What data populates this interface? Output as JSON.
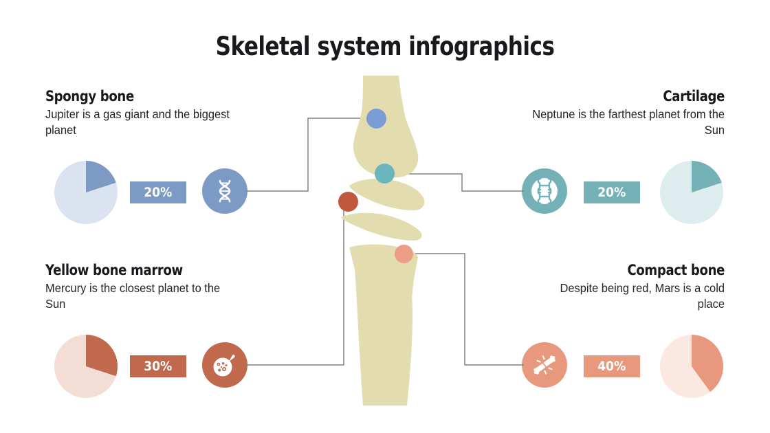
{
  "slide": {
    "title": "Skeletal system infographics",
    "background_color": "#ffffff"
  },
  "palette": {
    "blue": "#7d9ac4",
    "blue_light": "#dce3f0",
    "teal": "#74b1b6",
    "teal_light": "#ddeced",
    "rust": "#c1694d",
    "rust_light": "#f3ddd5",
    "salmon": "#e8997d",
    "salmon_light": "#fae8e1",
    "bone": "#e3dcae",
    "text": "#17191c",
    "connector": "#808080"
  },
  "items": [
    {
      "id": "spongy-bone",
      "heading": "Spongy bone",
      "body": "Jupiter is a gas giant and the biggest planet",
      "percent": "20%",
      "value": 20,
      "icon": "dna-helix-icon",
      "color": "#7d9ac4",
      "color_light": "#dce3f0",
      "align": "left"
    },
    {
      "id": "cartilage",
      "heading": "Cartilage",
      "body": "Neptune is the farthest planet from the Sun",
      "percent": "20%",
      "value": 20,
      "icon": "joint-cartilage-icon",
      "color": "#74b1b6",
      "color_light": "#ddeced",
      "align": "right"
    },
    {
      "id": "yellow-bone-marrow",
      "heading": "Yellow bone marrow",
      "body": "Mercury is the closest planet to the Sun",
      "percent": "30%",
      "value": 30,
      "icon": "bone-marrow-icon",
      "color": "#c1694d",
      "color_light": "#f3ddd5",
      "align": "left"
    },
    {
      "id": "compact-bone",
      "heading": "Compact bone",
      "body": "Despite being red, Mars is a cold place",
      "percent": "40%",
      "value": 40,
      "icon": "broken-bone-icon",
      "color": "#e8997d",
      "color_light": "#fae8e1",
      "align": "right"
    }
  ],
  "diagram": {
    "name": "knee-joint-illustration",
    "markers": [
      {
        "name": "marker-spongy-bone",
        "color": "#7b9cd4"
      },
      {
        "name": "marker-cartilage",
        "color": "#69b6bd"
      },
      {
        "name": "marker-yellow-bone-marrow",
        "color": "#c1573d"
      },
      {
        "name": "marker-compact-bone",
        "color": "#eb9d85"
      }
    ]
  },
  "chart_data": {
    "type": "pie",
    "title": "Skeletal system infographics",
    "charts": [
      {
        "label": "Spongy bone",
        "values": [
          20,
          80
        ],
        "labels": [
          "Spongy bone",
          "Rest"
        ],
        "colors": [
          "#7d9ac4",
          "#dce3f0"
        ],
        "start_angle": 90,
        "direction": "clockwise"
      },
      {
        "label": "Cartilage",
        "values": [
          20,
          80
        ],
        "labels": [
          "Cartilage",
          "Rest"
        ],
        "colors": [
          "#74b1b6",
          "#ddeced"
        ],
        "start_angle": 90,
        "direction": "clockwise"
      },
      {
        "label": "Yellow bone marrow",
        "values": [
          30,
          70
        ],
        "labels": [
          "Yellow bone marrow",
          "Rest"
        ],
        "colors": [
          "#c1694d",
          "#f3ddd5"
        ],
        "start_angle": 90,
        "direction": "clockwise"
      },
      {
        "label": "Compact bone",
        "values": [
          40,
          60
        ],
        "labels": [
          "Compact bone",
          "Rest"
        ],
        "colors": [
          "#e8997d",
          "#fae8e1"
        ],
        "start_angle": 90,
        "direction": "clockwise"
      }
    ]
  }
}
